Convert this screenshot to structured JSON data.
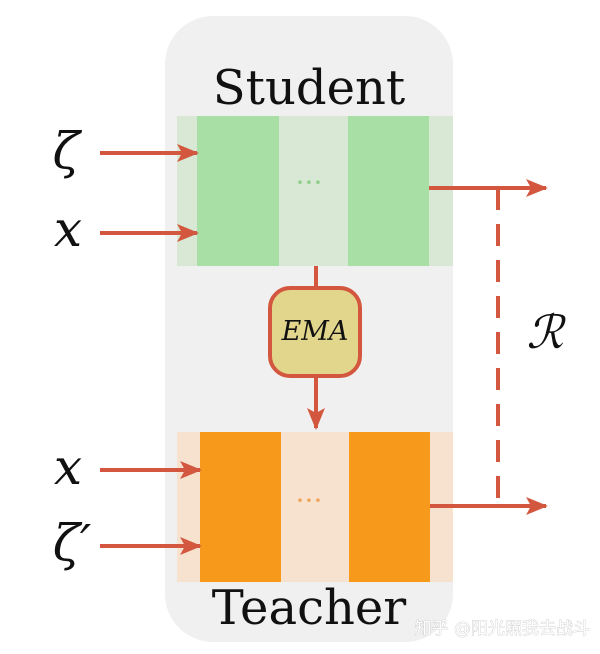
{
  "diagram": {
    "student_title": "Student",
    "teacher_title": "Teacher",
    "ema_label": "EMA",
    "dots": "···",
    "inputs": {
      "student_zeta": "ζ",
      "student_x": "x",
      "teacher_x": "x",
      "teacher_zeta_prime": "ζ′"
    },
    "relation_label": "ℛ"
  },
  "watermark": "知乎 @阳光照我去战斗",
  "colors": {
    "panel_bg": "#f0f0f0",
    "student_block": "#a8dfa4",
    "student_band": "#d8e8d4",
    "teacher_block": "#f79a1c",
    "teacher_band": "#f6e2cf",
    "ema_fill": "#e2d68c",
    "arrow": "#d3573f"
  }
}
